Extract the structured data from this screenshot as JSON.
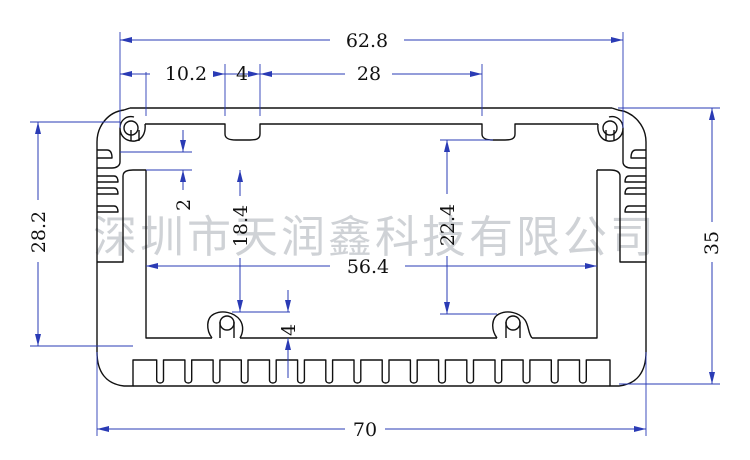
{
  "watermark": "深圳市天润鑫科技有限公司",
  "colors": {
    "dimension": "#2a3bb5",
    "profile": "#111111",
    "watermark": "#cfd2d6"
  },
  "dimensions": {
    "top_total": "62.8",
    "top_a": "10.2",
    "top_b": "4",
    "top_c": "28",
    "left_height": "28.2",
    "right_height": "35",
    "inner_width": "56.4",
    "bottom_width": "70",
    "gap": "2",
    "inner_height": "18.4",
    "inner_height_right": "22.4",
    "screw_gap": "4"
  }
}
